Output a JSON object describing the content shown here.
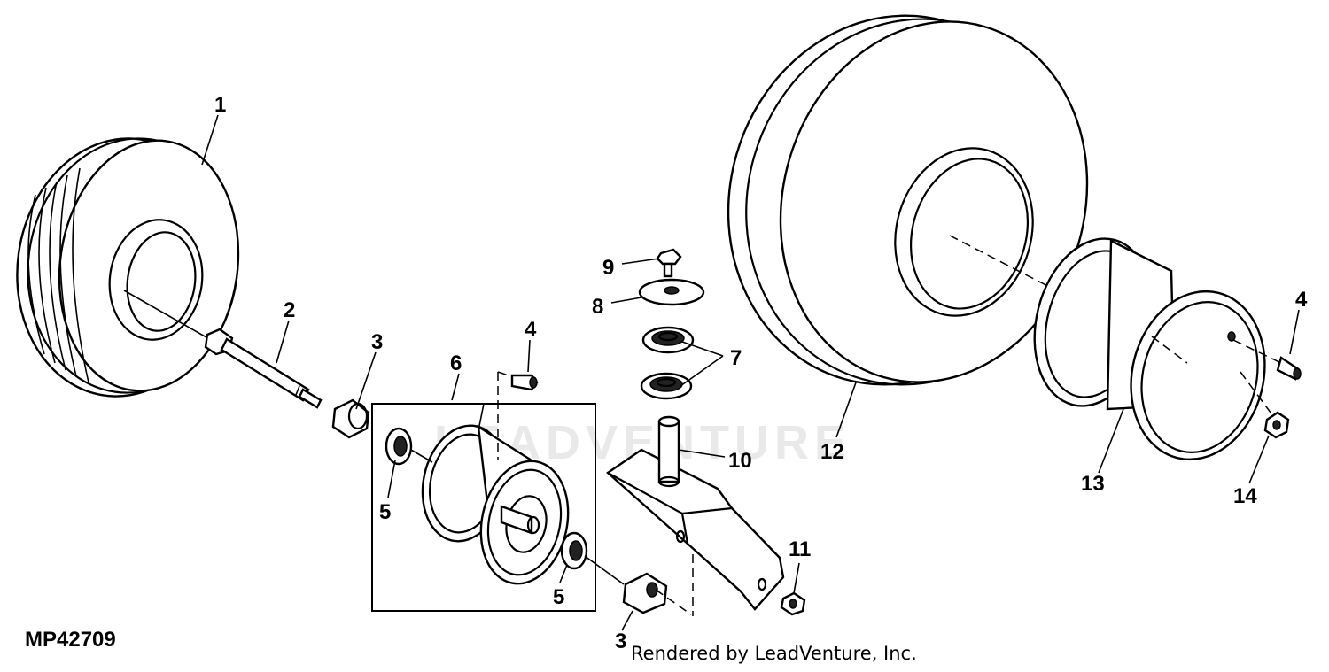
{
  "diagram": {
    "callouts": [
      {
        "id": "c1",
        "label": "1"
      },
      {
        "id": "c2",
        "label": "2"
      },
      {
        "id": "c3a",
        "label": "3"
      },
      {
        "id": "c3b",
        "label": "3"
      },
      {
        "id": "c4a",
        "label": "4"
      },
      {
        "id": "c4b",
        "label": "4"
      },
      {
        "id": "c5a",
        "label": "5"
      },
      {
        "id": "c5b",
        "label": "5"
      },
      {
        "id": "c6",
        "label": "6"
      },
      {
        "id": "c7",
        "label": "7"
      },
      {
        "id": "c8",
        "label": "8"
      },
      {
        "id": "c9",
        "label": "9"
      },
      {
        "id": "c10",
        "label": "10"
      },
      {
        "id": "c11",
        "label": "11"
      },
      {
        "id": "c12",
        "label": "12"
      },
      {
        "id": "c13",
        "label": "13"
      },
      {
        "id": "c14",
        "label": "14"
      }
    ],
    "figure_code": "MP42709",
    "credit": "Rendered by LeadVenture, Inc.",
    "watermark": "LEADVENTURE"
  },
  "colors": {
    "line": "#000000",
    "background": "#ffffff",
    "watermark": "#e9e9e9"
  }
}
